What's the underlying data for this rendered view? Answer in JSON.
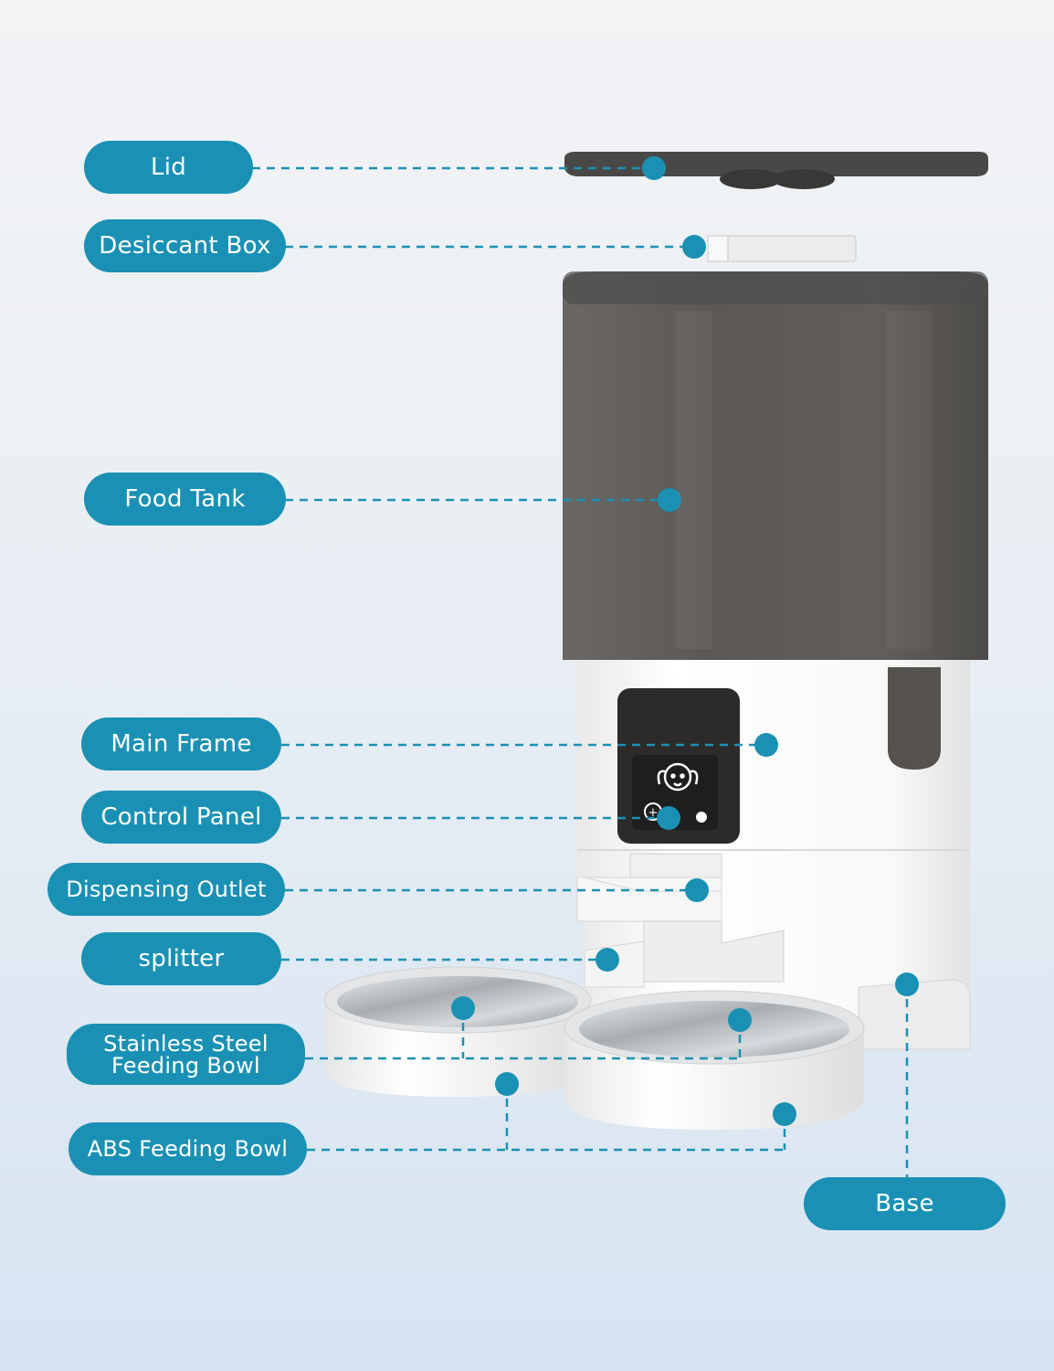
{
  "labels": {
    "lid": "Lid",
    "desiccant_box": "Desiccant Box",
    "food_tank": "Food Tank",
    "main_frame": "Main Frame",
    "control_panel": "Control Panel",
    "dispensing_outlet": "Dispensing Outlet",
    "splitter": "splitter",
    "stainless_bowl": "Stainless Steel\nFeeding Bowl",
    "abs_bowl": "ABS Feeding Bowl",
    "base": "Base"
  },
  "colors": {
    "accent": "#1a91b4",
    "tank": "#5c5956",
    "lid": "#4a4846",
    "body": "#f7f7f7",
    "steel": "#c8ccd0"
  },
  "icons": {
    "control_panel_face": "dog-face-icon",
    "control_panel_button": "plus-circle-icon"
  }
}
